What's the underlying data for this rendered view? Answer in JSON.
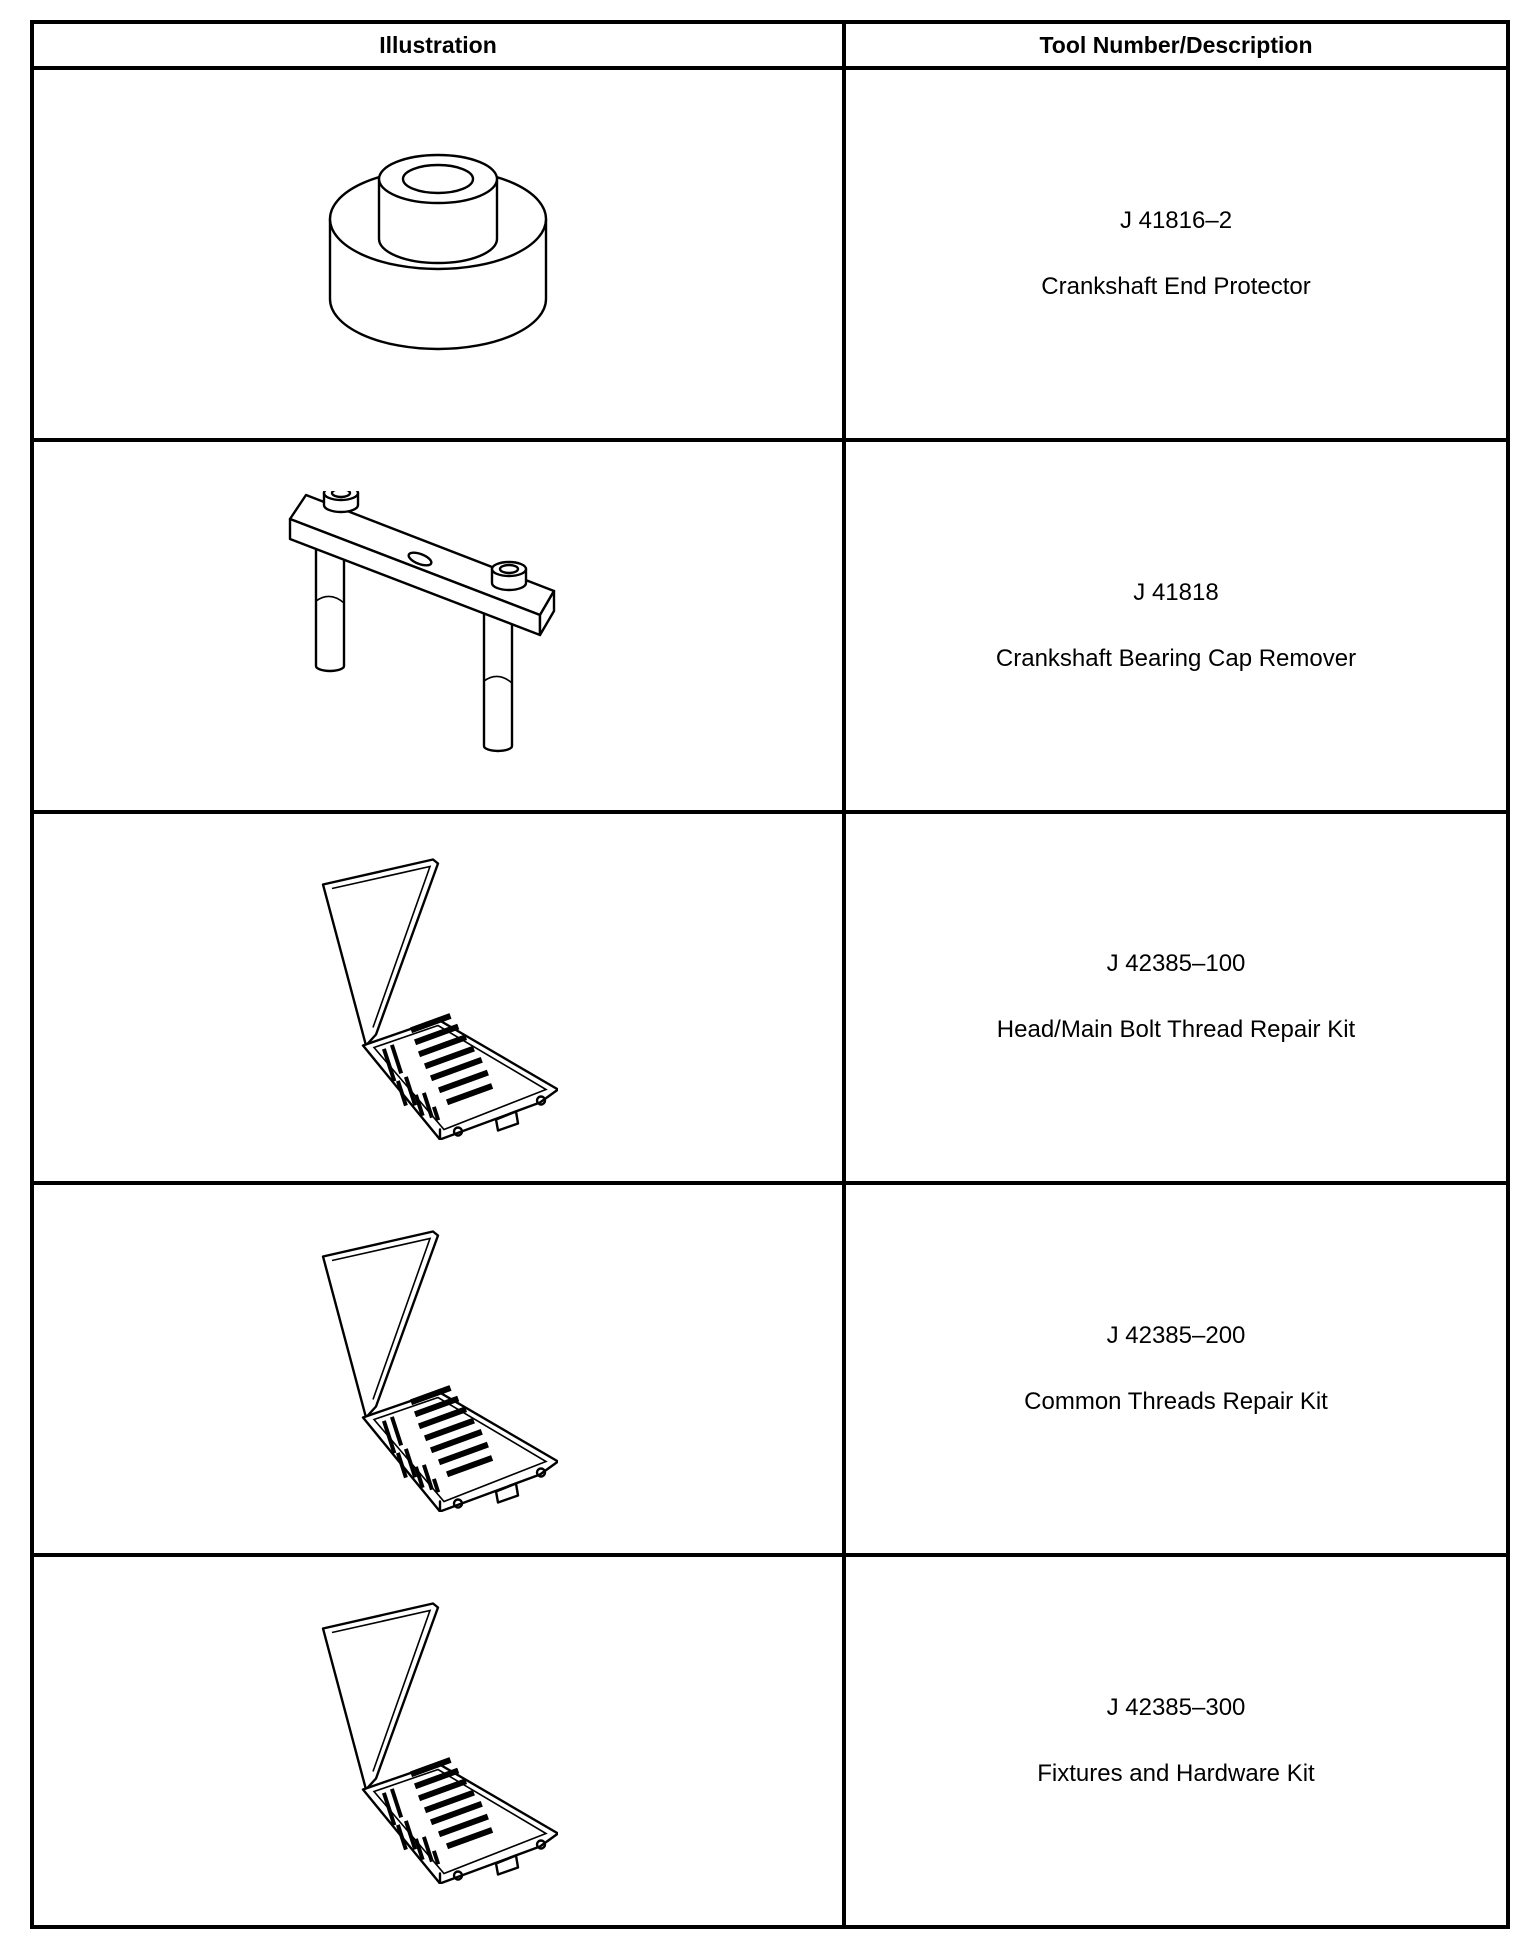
{
  "table": {
    "headers": {
      "illustration": "Illustration",
      "tool": "Tool Number/Description"
    },
    "rows": [
      {
        "tool_number": "J 41816–2",
        "description": "Crankshaft End Protector",
        "icon": "crankshaft-end-protector-illustration"
      },
      {
        "tool_number": "J 41818",
        "description": "Crankshaft Bearing Cap Remover",
        "icon": "bearing-cap-remover-illustration"
      },
      {
        "tool_number": "J 42385–100",
        "description": "Head/Main Bolt Thread Repair Kit",
        "icon": "thread-repair-kit-case-illustration"
      },
      {
        "tool_number": "J 42385–200",
        "description": "Common Threads Repair Kit",
        "icon": "thread-repair-kit-case-illustration"
      },
      {
        "tool_number": "J 42385–300",
        "description": "Fixtures and Hardware Kit",
        "icon": "thread-repair-kit-case-illustration"
      }
    ]
  }
}
